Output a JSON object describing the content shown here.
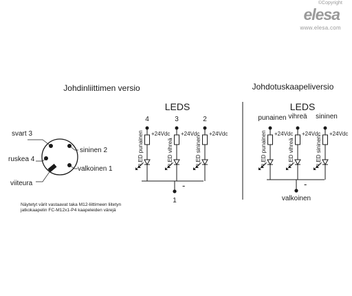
{
  "logo": {
    "copyright": "©Copyright",
    "brand": "elesa",
    "url": "www.elesa.com"
  },
  "left_section": {
    "title": "Johdinliittimen versio",
    "pins": {
      "p3": "svart 3",
      "p4": "ruskea 4",
      "p2": "sininen 2",
      "p1": "valkoinen 1",
      "key": "viiteura"
    },
    "leds_title": "LEDS",
    "pin_numbers": [
      "4",
      "3",
      "2"
    ],
    "supply": "+24Vdc",
    "led_labels": [
      "LED punainen",
      "LED vihreä",
      "LED sininen"
    ],
    "minus": "-",
    "common_pin": "1",
    "note_line1": "Näytetyt värit vastaavat taka M12-liittimeen liitetyn",
    "note_line2": "jatkokaapelin FC-M12x1-P4 kaapeleiden värejä"
  },
  "right_section": {
    "title": "Johdotuskaapeliversio",
    "leds_title": "LEDS",
    "wire_colors": [
      "punainen",
      "vihreä",
      "sininen"
    ],
    "supply": "+24Vdc",
    "led_labels": [
      "LED punainen",
      "LED vihreä",
      "LED sininen"
    ],
    "minus": "-",
    "common_wire": "valkoinen"
  }
}
